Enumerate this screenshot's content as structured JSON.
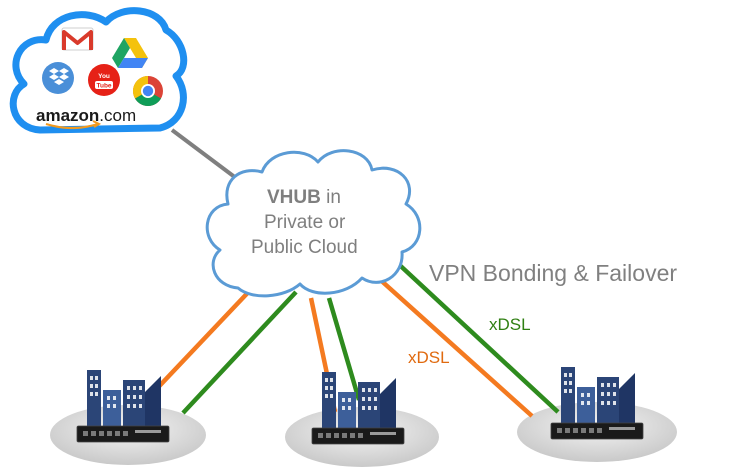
{
  "vhub": {
    "title_bold": "VHUB",
    "title_rest": " in",
    "line2": "Private or",
    "line3": "Public Cloud"
  },
  "headline": "VPN Bonding & Failover",
  "link_labels": {
    "green": "xDSL",
    "orange": "xDSL"
  },
  "cloud_services": {
    "icons": [
      "gmail-icon",
      "google-drive-icon",
      "dropbox-icon",
      "youtube-icon",
      "chrome-icon"
    ],
    "youtube_line1": "You",
    "youtube_line2": "Tube",
    "amazon_name": "amazon",
    "amazon_tld": ".com"
  },
  "colors": {
    "cloud_outline": "#1f8ff0",
    "vhub_outline": "#5b9bd5",
    "link_orange": "#f47a20",
    "link_green": "#2e8b1e",
    "backhaul_gray": "#7f7f7f",
    "building": "#2b4577"
  },
  "sites": [
    {
      "id": "site-left"
    },
    {
      "id": "site-center"
    },
    {
      "id": "site-right"
    }
  ]
}
